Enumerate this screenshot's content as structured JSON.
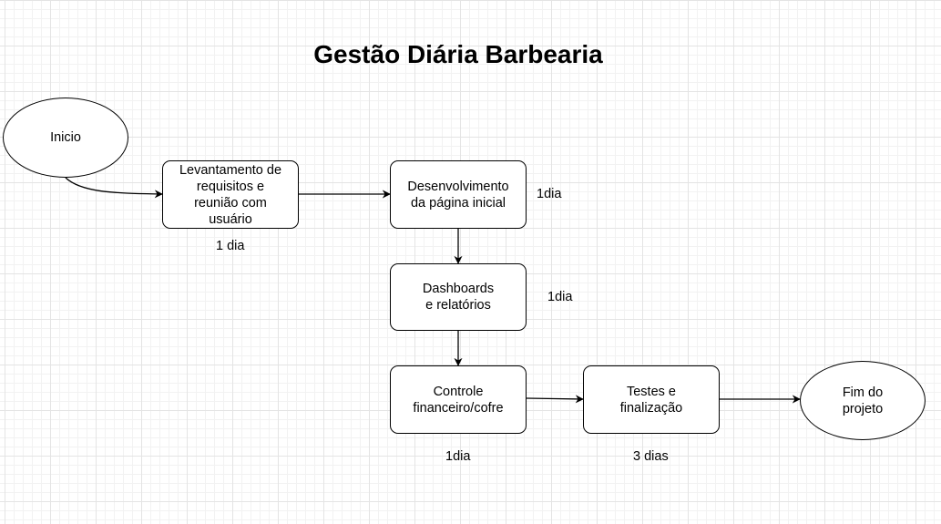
{
  "title": "Gestão Diária Barbearia",
  "nodes": {
    "inicio": "Inicio",
    "levantamento": "Levantamento de\nrequisitos e\nreunião com\nusuário",
    "desenvolvimento": "Desenvolvimento\nda página inicial",
    "dashboards": "Dashboards\ne relatórios",
    "controle": "Controle\nfinanceiro/cofre",
    "testes": "Testes e\nfinalização",
    "fim": "Fim do\nprojeto"
  },
  "durations": {
    "levantamento": "1 dia",
    "desenvolvimento": "1dia",
    "dashboards": "1dia",
    "controle": "1dia",
    "testes": "3 dias"
  }
}
